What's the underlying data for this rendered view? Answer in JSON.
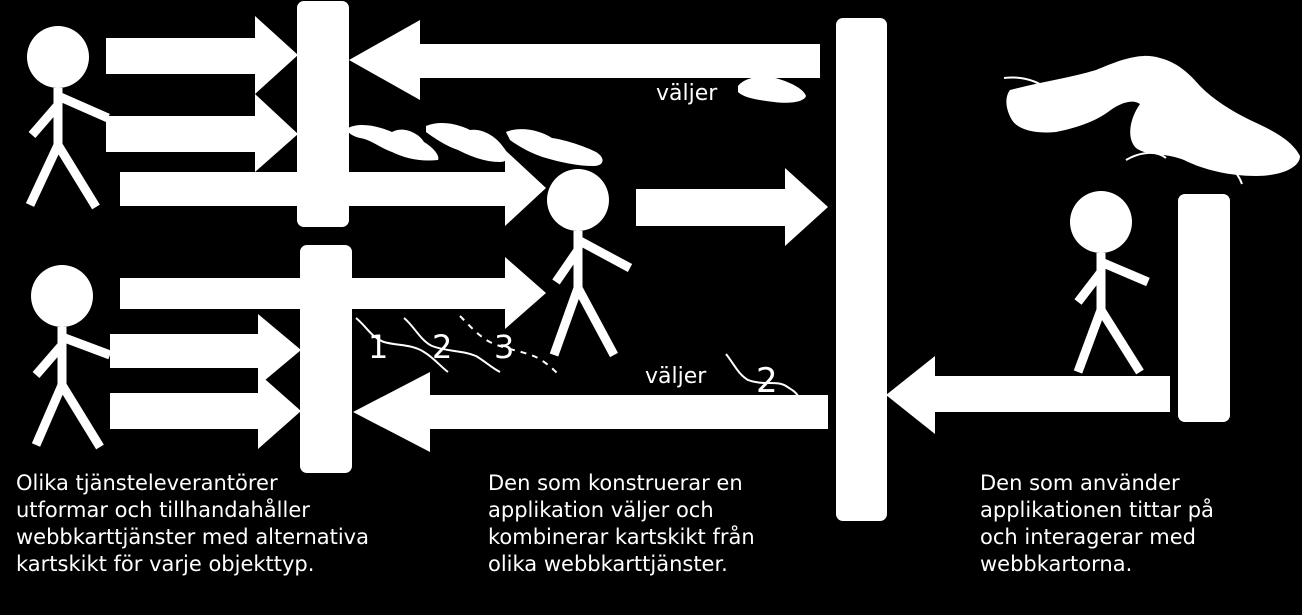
{
  "labels": {
    "choose_top": "väljer",
    "choose_bottom": "väljer",
    "layer_numbers": [
      "1",
      "2",
      "3"
    ],
    "selected_layer": "2"
  },
  "captions": {
    "providers": [
      "Olika tjänsteleverantörer",
      "utformar och tillhandahåller",
      "webbkarttjänster med alternativa",
      "kartskikt för varje objekttyp."
    ],
    "builder": [
      "Den som konstruerar en",
      "applikation väljer och",
      "kombinerar kartskikt från",
      "olika webbkarttjänster."
    ],
    "user": [
      "Den som använder",
      "applikationen tittar på",
      "och interagerar med",
      "webbkartorna."
    ]
  },
  "colors": {
    "background": "#000000",
    "foreground": "#ffffff"
  }
}
